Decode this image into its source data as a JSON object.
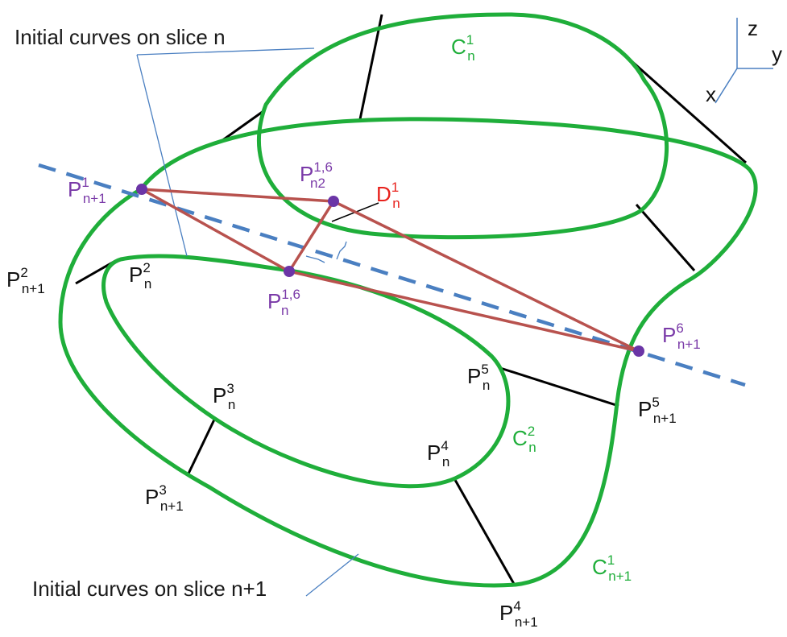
{
  "captions": {
    "slice_n": "Initial curves on slice n",
    "slice_n1": "Initial curves on slice n+1"
  },
  "axes": {
    "z": "z",
    "y": "y",
    "x": "x"
  },
  "labels": {
    "C1n": {
      "base": "C",
      "sup": "1",
      "sub": "n"
    },
    "C2n": {
      "base": "C",
      "sup": "2",
      "sub": "n"
    },
    "C1n1": {
      "base": "C",
      "sup": "1",
      "sub": "n+1"
    },
    "P1n1": {
      "base": "P",
      "sup": "1",
      "sub": "n+1"
    },
    "P16n2": {
      "base": "P",
      "sup": "1,6",
      "sub": "n",
      "sub2": "2"
    },
    "D1n": {
      "base": "D",
      "sup": "1",
      "sub": "n"
    },
    "P2n1": {
      "base": "P",
      "sup": "2",
      "sub": "n+1"
    },
    "P2n": {
      "base": "P",
      "sup": "2",
      "sub": "n"
    },
    "P16n": {
      "base": "P",
      "sup": "1,6",
      "sub": "n"
    },
    "P6n1": {
      "base": "P",
      "sup": "6",
      "sub": "n+1"
    },
    "P3n": {
      "base": "P",
      "sup": "3",
      "sub": "n"
    },
    "P5n": {
      "base": "P",
      "sup": "5",
      "sub": "n"
    },
    "P5n1": {
      "base": "P",
      "sup": "5",
      "sub": "n+1"
    },
    "P4n": {
      "base": "P",
      "sup": "4",
      "sub": "n"
    },
    "P3n1": {
      "base": "P",
      "sup": "3",
      "sub": "n+1"
    },
    "P4n1": {
      "base": "P",
      "sup": "4",
      "sub": "n+1"
    }
  },
  "colors": {
    "curve": "#1fae3a",
    "triangle": "#b8524e",
    "dashed_line": "#4a7fc1",
    "points": "#6b35a6",
    "purple_label": "#7a3aa8",
    "red_label": "#e8211c",
    "green_label": "#1fae3a",
    "black_label": "#111111",
    "leader": "#4a7fc1"
  }
}
